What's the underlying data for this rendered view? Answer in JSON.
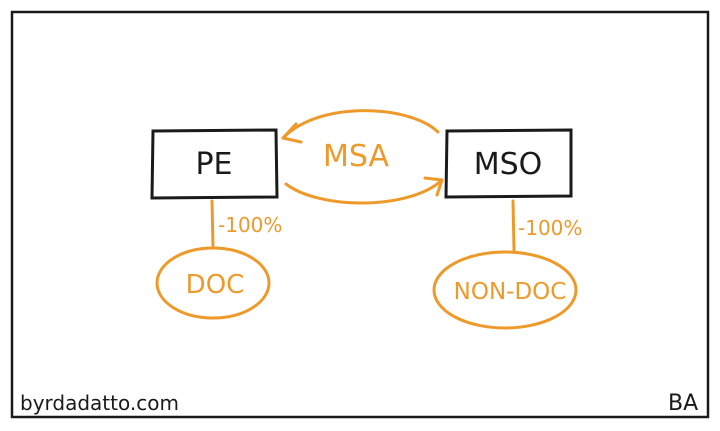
{
  "diagram": {
    "nodes": {
      "pe": "PE",
      "mso": "MSO",
      "doc": "DOC",
      "non_doc": "NON-DOC"
    },
    "edges": {
      "msa": "MSA",
      "pe_doc": "-100%",
      "mso_non_doc": "-100%"
    },
    "footer": {
      "site": "byrdadatto.com",
      "initials": "BA"
    },
    "colors": {
      "ink": "#1a1a1a",
      "accent": "#ee9a2a"
    }
  }
}
